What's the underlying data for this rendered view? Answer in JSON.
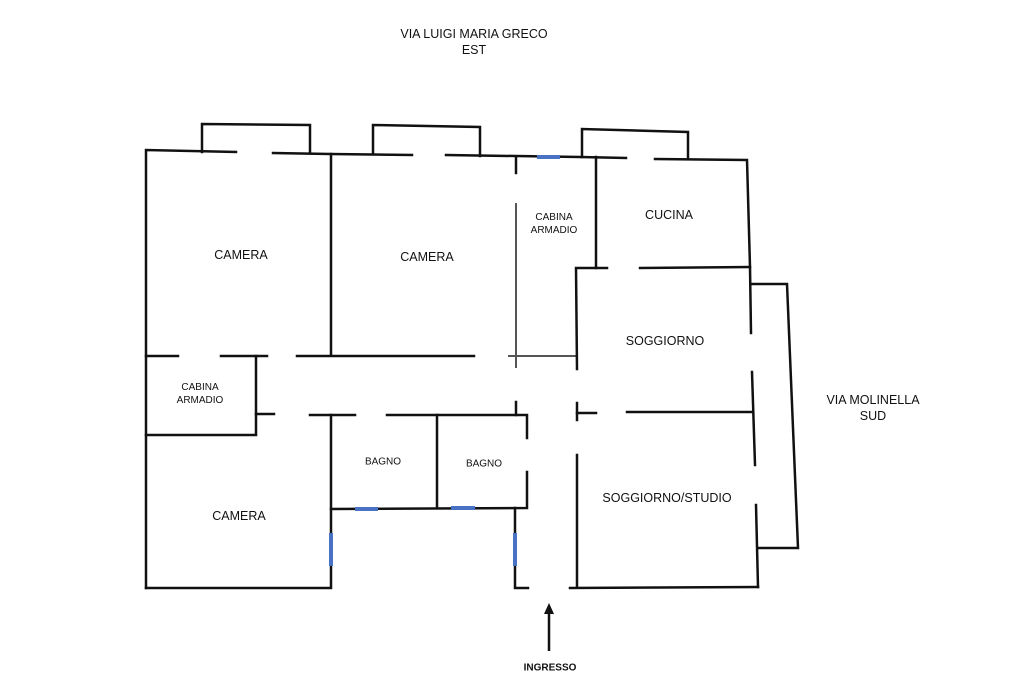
{
  "streets": {
    "north": {
      "name": "VIA LUIGI MARIA GRECO",
      "direction": "EST"
    },
    "east": {
      "name": "VIA MOLINELLA",
      "direction": "SUD"
    }
  },
  "rooms": {
    "camera_1": "CAMERA",
    "camera_2": "CAMERA",
    "camera_3": "CAMERA",
    "cabina_1": {
      "line1": "CABINA",
      "line2": "ARMADIO"
    },
    "cabina_2": {
      "line1": "CABINA",
      "line2": "ARMADIO"
    },
    "cucina": "CUCINA",
    "soggiorno": "SOGGIORNO",
    "soggiorno_studio": "SOGGIORNO/STUDIO",
    "bagno_1": "BAGNO",
    "bagno_2": "BAGNO"
  },
  "entrance": "INGRESSO",
  "colors": {
    "wall": "#111111",
    "window": "#4a72c4"
  }
}
